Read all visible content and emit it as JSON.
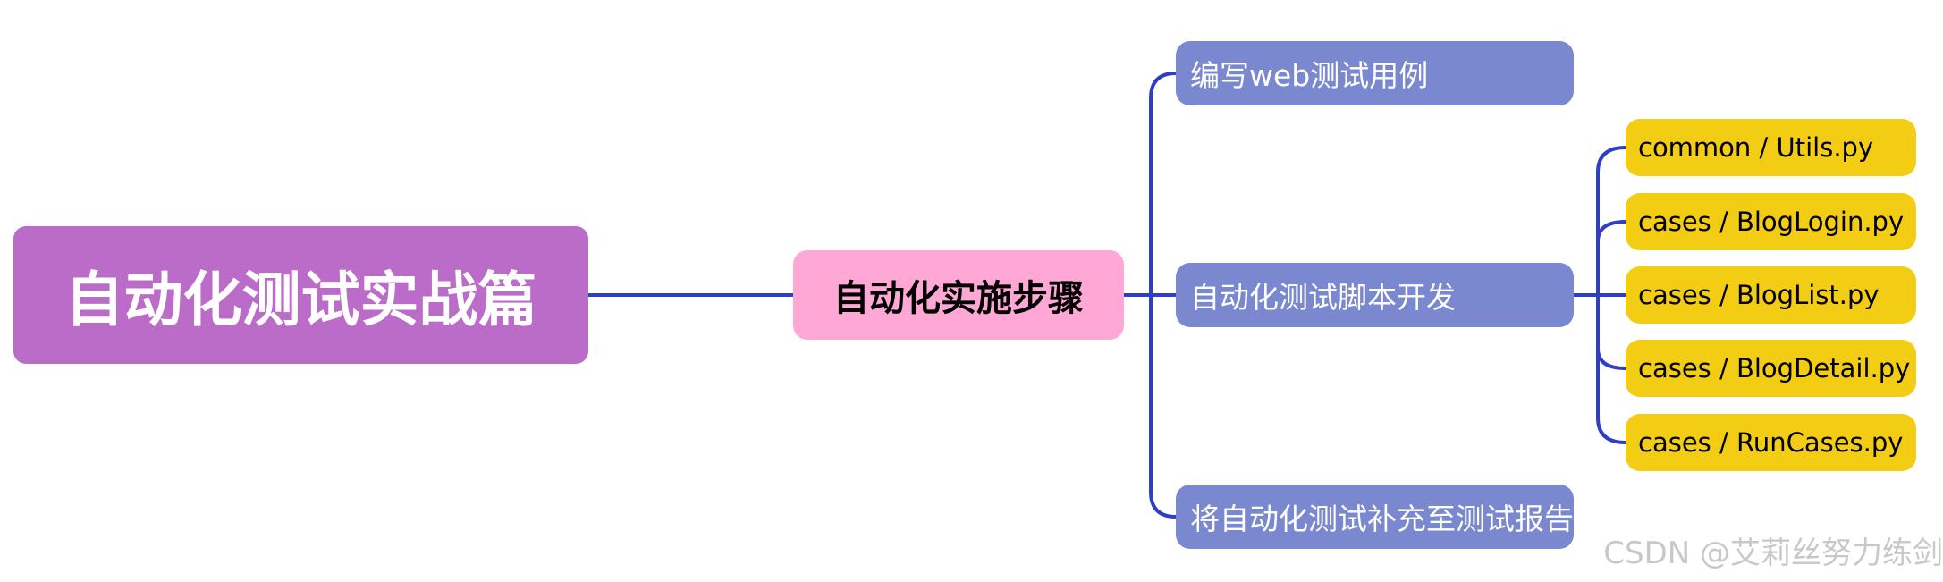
{
  "root": {
    "label": "自动化测试实战篇"
  },
  "step_node": {
    "label": "自动化实施步骤"
  },
  "steps": [
    {
      "label": "编写web测试用例"
    },
    {
      "label": "自动化测试脚本开发"
    },
    {
      "label": "将自动化测试补充至测试报告"
    }
  ],
  "script_files": [
    {
      "label": "common / Utils.py"
    },
    {
      "label": "cases / BlogLogin.py"
    },
    {
      "label": "cases / BlogList.py"
    },
    {
      "label": "cases / BlogDetail.py"
    },
    {
      "label": "cases / RunCases.py"
    }
  ],
  "watermark": "CSDN @艾莉丝努力练剑",
  "colors": {
    "root": "#bb6bc8",
    "step_node": "#ffa8d6",
    "steps": "#7a88cf",
    "files": "#f3cd14",
    "connector": "#2f3fc4"
  }
}
